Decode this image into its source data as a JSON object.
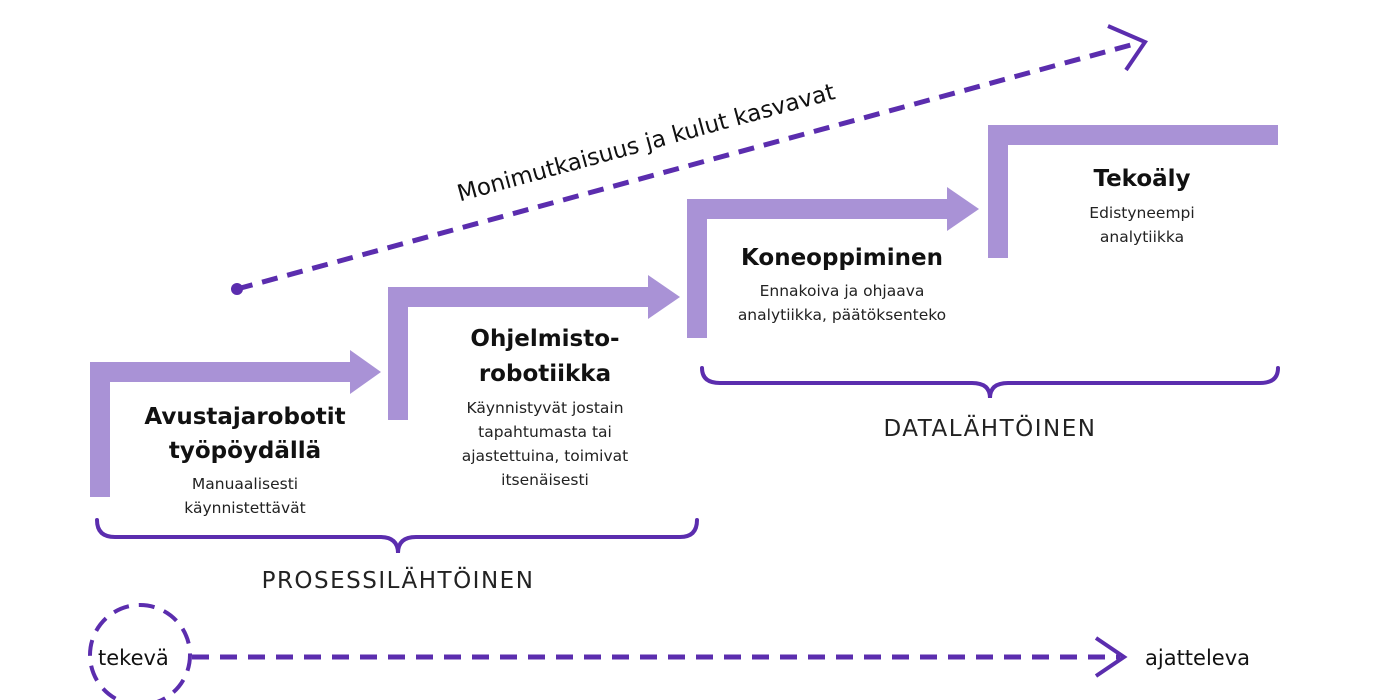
{
  "colors": {
    "step": "#a992d6",
    "accent": "#5b2dae"
  },
  "trend_label": "Monimutkaisuus ja kulut kasvavat",
  "steps": [
    {
      "title_lines": [
        "Avustajarobotit",
        "työpöydällä"
      ],
      "desc_lines": [
        "Manuaalisesti",
        "käynnistettävät"
      ]
    },
    {
      "title_lines": [
        "Ohjelmisto-",
        "robotiikka"
      ],
      "desc_lines": [
        "Käynnistyvät jostain",
        "tapahtumasta tai",
        "ajastettuina, toimivat",
        "itsenäisesti"
      ]
    },
    {
      "title_lines": [
        "Koneoppiminen"
      ],
      "desc_lines": [
        "Ennakoiva ja ohjaava",
        "analytiikka, päätöksenteko"
      ]
    },
    {
      "title_lines": [
        "Tekoäly"
      ],
      "desc_lines": [
        "Edistyneempi",
        "analytiikka"
      ]
    }
  ],
  "groups": {
    "process": "PROSESSILÄHTÖINEN",
    "data": "DATALÄHTÖINEN"
  },
  "scale": {
    "start": "tekevä",
    "end": "ajatteleva"
  }
}
